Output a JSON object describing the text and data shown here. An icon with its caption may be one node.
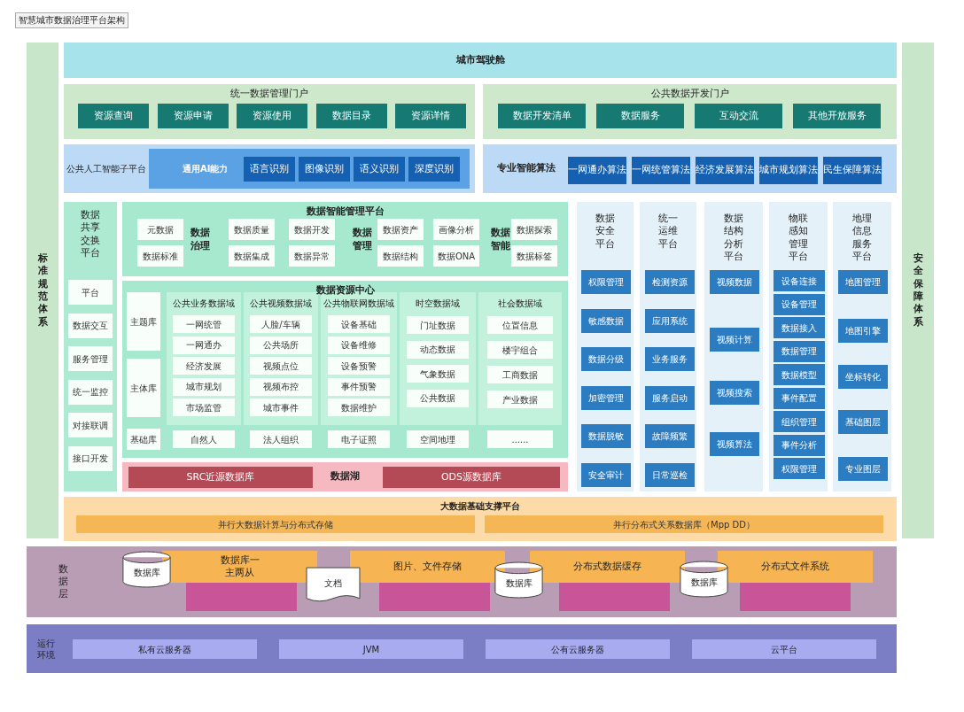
{
  "diagram": {
    "title": "智慧城市数据治理平台架构",
    "nodes": [
      {
        "text": [
          "标准规范体系"
        ]
      },
      {
        "text": [
          "安全保障体系"
        ]
      },
      {
        "text": [
          "城市驾驶舱"
        ]
      },
      {
        "text": [
          "统一数据管理门户"
        ]
      },
      {
        "text": [
          "资源查询"
        ],
        "in": 3
      },
      {
        "text": [
          "资源申请"
        ],
        "in": 3
      },
      {
        "text": [
          "资源使用"
        ],
        "in": 3
      },
      {
        "text": [
          "数据目录"
        ],
        "in": 3
      },
      {
        "text": [
          "资源详情"
        ],
        "in": 3
      },
      {
        "text": [
          "公共数据开发门户"
        ]
      },
      {
        "text": [
          "数据开发清单"
        ],
        "in": 9
      },
      {
        "text": [
          "数据服务"
        ],
        "in": 9
      },
      {
        "text": [
          "互动交流"
        ],
        "in": 9
      },
      {
        "text": [
          "其他开放服务"
        ],
        "in": 9
      },
      {
        "text": [
          "公共人工智能子平台"
        ]
      },
      {
        "text": [
          "通用AI能力"
        ],
        "in": 14
      },
      {
        "text": [
          "语言识别"
        ],
        "in": 15
      },
      {
        "text": [
          "图像识别"
        ],
        "in": 15
      },
      {
        "text": [
          "语义识别"
        ],
        "in": 15
      },
      {
        "text": [
          "深度识别"
        ],
        "in": 15
      },
      {
        "text": [
          "专业智能算法"
        ]
      },
      {
        "text": [
          "一网通办算法"
        ],
        "in": 20
      },
      {
        "text": [
          "一网统管算法"
        ],
        "in": 20
      },
      {
        "text": [
          "经济发展算法"
        ],
        "in": 20
      },
      {
        "text": [
          "城市规划算法"
        ],
        "in": 20
      },
      {
        "text": [
          "民生保障算法"
        ],
        "in": 20
      },
      {
        "text": [
          "数据共享交换平台"
        ]
      },
      {
        "text": [
          "平台"
        ],
        "in": 26
      },
      {
        "text": [
          "数据交互"
        ],
        "in": 26
      },
      {
        "text": [
          "服务管理"
        ],
        "in": 26
      },
      {
        "text": [
          "统一监控"
        ],
        "in": 26
      },
      {
        "text": [
          "对接联调"
        ],
        "in": 26
      },
      {
        "text": [
          "接口开发"
        ],
        "in": 26
      },
      {
        "text": [
          "数据智能管理平台"
        ]
      },
      {
        "text": [
          "元数据"
        ],
        "in": 33
      },
      {
        "text": [
          "数据标准"
        ],
        "in": 33
      },
      {
        "text": [
          "数据质量"
        ],
        "in": 33
      },
      {
        "text": [
          "数据集成"
        ],
        "in": 33
      },
      {
        "text": [
          "数据开发"
        ],
        "in": 33
      },
      {
        "text": [
          "数据异常"
        ],
        "in": 33
      },
      {
        "text": [
          "数据资产"
        ],
        "in": 33
      },
      {
        "text": [
          "数据结构"
        ],
        "in": 33
      },
      {
        "text": [
          "画像分析"
        ],
        "in": 33
      },
      {
        "text": [
          "数据ONA"
        ],
        "in": 33
      },
      {
        "text": [
          "数据探索"
        ],
        "in": 33
      },
      {
        "text": [
          "数据标签"
        ],
        "in": 33
      },
      {
        "text": [
          "数据资源中心"
        ]
      },
      {
        "text": [
          "主题库"
        ],
        "in": 46
      },
      {
        "text": [
          "主体库"
        ],
        "in": 46
      },
      {
        "text": [
          "基础库"
        ],
        "in": 46
      },
      {
        "text": [
          "公共业务数据域"
        ],
        "in": 46
      },
      {
        "text": [
          "一网统管"
        ],
        "in": 50
      },
      {
        "text": [
          "一网通办"
        ],
        "in": 50
      },
      {
        "text": [
          "经济发展"
        ],
        "in": 50
      },
      {
        "text": [
          "城市规划"
        ],
        "in": 50
      },
      {
        "text": [
          "市场监管"
        ],
        "in": 50
      },
      {
        "text": [
          "公共视频数据域"
        ],
        "in": 46
      },
      {
        "text": [
          "人脸/车辆"
        ],
        "in": 56
      },
      {
        "text": [
          "公共场所"
        ],
        "in": 56
      },
      {
        "text": [
          "视频点位"
        ],
        "in": 56
      },
      {
        "text": [
          "视频布控"
        ],
        "in": 56
      },
      {
        "text": [
          "城市事件"
        ],
        "in": 56
      },
      {
        "text": [
          "公共物联网数据域"
        ],
        "in": 46
      },
      {
        "text": [
          "设备基础"
        ],
        "in": 62
      },
      {
        "text": [
          "设备维修"
        ],
        "in": 62
      },
      {
        "text": [
          "设备预警"
        ],
        "in": 62
      },
      {
        "text": [
          "事件预警"
        ],
        "in": 62
      },
      {
        "text": [
          "数据维护"
        ],
        "in": 62
      },
      {
        "text": [
          "时空数据域"
        ],
        "in": 46
      },
      {
        "text": [
          "门址数据"
        ],
        "in": 68
      },
      {
        "text": [
          "动态数据"
        ],
        "in": 68
      },
      {
        "text": [
          "气象数据"
        ],
        "in": 68
      },
      {
        "text": [
          "公共数据"
        ],
        "in": 68
      },
      {
        "text": [
          "社会数据域"
        ],
        "in": 46
      },
      {
        "text": [
          "位置信息"
        ],
        "in": 73
      },
      {
        "text": [
          "楼宇组合"
        ],
        "in": 73
      },
      {
        "text": [
          "工商数据"
        ],
        "in": 73
      },
      {
        "text": [
          "产业数据"
        ],
        "in": 73
      },
      {
        "text": [
          "自然人"
        ],
        "in": 46
      },
      {
        "text": [
          "法人组织"
        ],
        "in": 46
      },
      {
        "text": [
          "电子证照"
        ],
        "in": 46
      },
      {
        "text": [
          "空间地理"
        ],
        "in": 46
      },
      {
        "text": [
          "......"
        ],
        "in": 46
      },
      {
        "text": [
          "数据湖"
        ]
      },
      {
        "text": [
          "SRC近源数据库"
        ],
        "in": 83
      },
      {
        "text": [
          "ODS源数据库"
        ],
        "in": 83
      },
      {
        "text": [
          "数据安全平台"
        ]
      },
      {
        "text": [
          "权限管理"
        ],
        "in": 86
      },
      {
        "text": [
          "敏感数据"
        ],
        "in": 86
      },
      {
        "text": [
          "数据分级"
        ],
        "in": 86
      },
      {
        "text": [
          "加密管理"
        ],
        "in": 86
      },
      {
        "text": [
          "数据脱敏"
        ],
        "in": 86
      },
      {
        "text": [
          "安全审计"
        ],
        "in": 86
      },
      {
        "text": [
          "统一运维平台"
        ]
      },
      {
        "text": [
          "检测资源"
        ],
        "in": 93
      },
      {
        "text": [
          "应用系统"
        ],
        "in": 93
      },
      {
        "text": [
          "业务服务"
        ],
        "in": 93
      },
      {
        "text": [
          "服务启动"
        ],
        "in": 93
      },
      {
        "text": [
          "故障频繁"
        ],
        "in": 93
      },
      {
        "text": [
          "日常巡检"
        ],
        "in": 93
      },
      {
        "text": [
          "数据结构分析平台"
        ]
      },
      {
        "text": [
          "视频数据"
        ],
        "in": 100
      },
      {
        "text": [
          "视频计算"
        ],
        "in": 100
      },
      {
        "text": [
          "视频搜索"
        ],
        "in": 100
      },
      {
        "text": [
          "视频算法"
        ],
        "in": 100
      },
      {
        "text": [
          "物联感知管理平台"
        ]
      },
      {
        "text": [
          "设备连接"
        ],
        "in": 105
      },
      {
        "text": [
          "设备管理"
        ],
        "in": 105
      },
      {
        "text": [
          "数据接入"
        ],
        "in": 105
      },
      {
        "text": [
          "数据管理"
        ],
        "in": 105
      },
      {
        "text": [
          "数据模型"
        ],
        "in": 105
      },
      {
        "text": [
          "事件配置"
        ],
        "in": 105
      },
      {
        "text": [
          "组织管理"
        ],
        "in": 105
      },
      {
        "text": [
          "事件分析"
        ],
        "in": 105
      },
      {
        "text": [
          "权限管理"
        ],
        "in": 105
      },
      {
        "text": [
          "地理信息服务平台"
        ]
      },
      {
        "text": [
          "地图管理"
        ],
        "in": 115
      },
      {
        "text": [
          "地图引擎"
        ],
        "in": 115
      },
      {
        "text": [
          "坐标转化"
        ],
        "in": 115
      },
      {
        "text": [
          "基础图层"
        ],
        "in": 115
      },
      {
        "text": [
          "专业图层"
        ],
        "in": 115
      },
      {
        "text": [
          "大数据基础支撑平台"
        ]
      },
      {
        "text": [
          "并行大数据计算与分布式存储"
        ],
        "in": 121
      },
      {
        "text": [
          "并行分布式关系数据库（Mpp DD）"
        ],
        "in": 121
      },
      {
        "text": [
          "数据层"
        ]
      },
      {
        "text": [
          "数据库一主两从"
        ],
        "in": 124
      },
      {
        "text": [],
        "shape": "box",
        "in": 124
      },
      {
        "text": [
          "图片、文件存储"
        ],
        "in": 124
      },
      {
        "text": [],
        "shape": "box",
        "in": 124
      },
      {
        "text": [
          "分布式数据缓存"
        ],
        "in": 124
      },
      {
        "text": [],
        "shape": "box",
        "in": 124
      },
      {
        "text": [
          "分布式文件系统"
        ],
        "in": 124
      },
      {
        "text": [],
        "shape": "box",
        "in": 124
      },
      {
        "text": [
          "数据库"
        ],
        "in": 124
      },
      {
        "text": [
          "文档"
        ],
        "in": 124
      },
      {
        "text": [
          "数据库"
        ],
        "in": 124
      },
      {
        "text": [
          "数据库"
        ],
        "in": 124
      },
      {
        "text": [
          "运行环境"
        ]
      },
      {
        "text": [
          "私有云服务器"
        ],
        "in": 137
      },
      {
        "text": [
          "JVM"
        ],
        "in": 137
      },
      {
        "text": [
          "公有云服务器"
        ],
        "in": 137
      },
      {
        "text": [
          "云平台"
        ],
        "in": 137
      }
    ],
    "labels": [
      "数据治理",
      "数据管理",
      "数据智能"
    ]
  }
}
